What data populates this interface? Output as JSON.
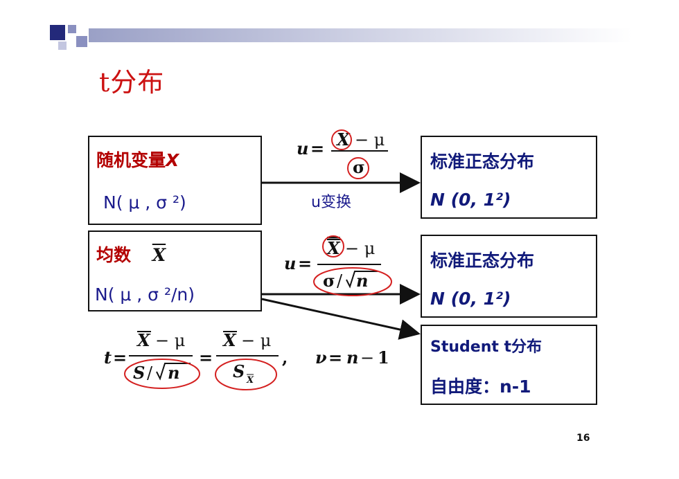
{
  "slide": {
    "title": "t分布",
    "page_number": "16"
  },
  "box1": {
    "label": "随机变量",
    "var": "X",
    "dist": "N( μ , σ ²)"
  },
  "box2": {
    "label": "均数",
    "var": "X",
    "dist": "N( μ , σ ²/n)"
  },
  "box3": {
    "label": "标准正态分布",
    "dist": "N (0, 1²)"
  },
  "box4": {
    "label": "标准正态分布",
    "dist": "N (0, 1²)"
  },
  "box5": {
    "label": "Student t分布",
    "dof": "自由度：n-1"
  },
  "arrow1": {
    "caption": "u变换"
  },
  "formulas": {
    "u1": "u = (X − μ) / σ",
    "u2": "u = (X̄ − μ) / (σ/√n)",
    "t": "t = (X̄ − μ) / (S/√n) = (X̄ − μ) / S_X̄ ,  ν = n − 1"
  },
  "colors": {
    "title_red": "#cc1111",
    "highlight_circle": "#d42020",
    "text_navy": "#111a7a",
    "accent_bar": "#9aa0c6"
  }
}
